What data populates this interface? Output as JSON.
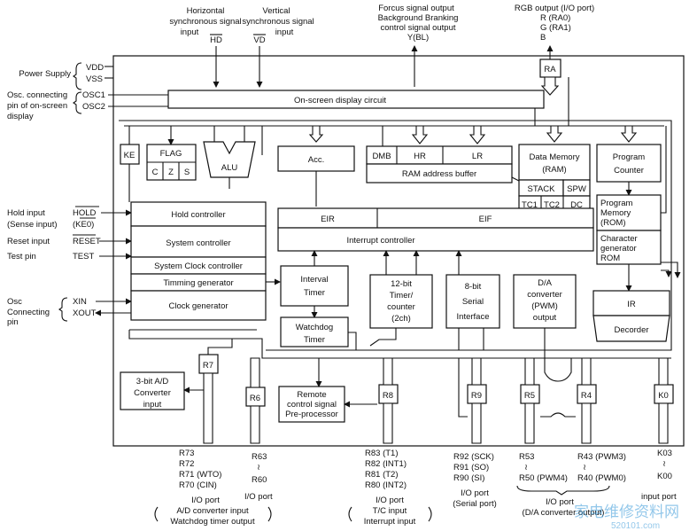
{
  "top": {
    "hsync": [
      "Horizontal",
      "synchronous signal",
      "input"
    ],
    "hd": "HD",
    "vsync": [
      "Vertical",
      "synchronous signal",
      "input"
    ],
    "vd": "VD",
    "focus": [
      "Forcus signal output",
      "Background Branking",
      "control signal output",
      "Y(BL)"
    ],
    "rgb": [
      "RGB output (I/O port)",
      "R (RA0)",
      "G (RA1)",
      "B"
    ]
  },
  "left": {
    "power": "Power Supply",
    "vdd": "VDD",
    "vss": "VSS",
    "osc_conn": [
      "Osc. connecting",
      "pin of on-screen",
      "display"
    ],
    "osc1": "OSC1",
    "osc2": "OSC2",
    "hold_input": "Hold input",
    "sense_input": "(Sense input)",
    "hold": "HOLD",
    "ke0": "(KE0)",
    "reset_input": "Reset input",
    "reset": "RESET",
    "test_pin": "Test pin",
    "test": "TEST",
    "osc": [
      "Osc",
      "Connecting",
      "pin"
    ],
    "xin": "XIN",
    "xout": "XOUT"
  },
  "blocks": {
    "ra": "RA",
    "osd": "On-screen display circuit",
    "ke": "KE",
    "flag": "FLAG",
    "flag_c": "C",
    "flag_z": "Z",
    "flag_s": "S",
    "alu": "ALU",
    "acc": "Acc.",
    "dmb": "DMB",
    "hr": "HR",
    "lr": "LR",
    "ram_addr": "RAM address buffer",
    "data_mem": [
      "Data Memory",
      "(RAM)"
    ],
    "stack": "STACK",
    "spw": "SPW",
    "tc1": "TC1",
    "tc2": "TC2",
    "dc": "DC",
    "pc": [
      "Program",
      "Counter"
    ],
    "rom": [
      "Program",
      "Memory",
      "(ROM)"
    ],
    "cgrom": [
      "Character",
      "generator",
      "ROM"
    ],
    "hold_ctrl": "Hold controller",
    "sys_ctrl": "System controller",
    "sysclk": "System Clock controller",
    "timing": "Timming generator",
    "clockgen": "Clock generator",
    "eir": "EIR",
    "eif": "EIF",
    "int_ctrl": "Interrupt controller",
    "interval": [
      "Interval",
      "Timer"
    ],
    "watchdog": [
      "Watchdog",
      "Timer"
    ],
    "timer12": [
      "12-bit",
      "Timer/",
      "counter",
      "(2ch)"
    ],
    "serial": [
      "8-bit",
      "Serial",
      "Interface"
    ],
    "da": [
      "D/A",
      "converter",
      "(PWM)",
      "output"
    ],
    "ir": "IR",
    "decoder": "Decorder",
    "r7": "R7",
    "adc": [
      "3-bit A/D",
      "Converter",
      "input"
    ],
    "r6": "R6",
    "remote": [
      "Remote",
      "control signal",
      "Pre-processor"
    ],
    "r8": "R8",
    "r9": "R9",
    "r5": "R5",
    "r4": "R4",
    "k0": "K0"
  },
  "bottom": {
    "r7_pins": [
      "R73",
      "R72",
      "R71 (WTO)",
      "R70 (CIN)"
    ],
    "r7_desc": [
      "I/O port",
      "A/D converter input",
      "Watchdog timer output"
    ],
    "r6_pins": [
      "R63",
      "≀",
      "R60"
    ],
    "r6_desc": "I/O port",
    "r8_pins": [
      "R83 (T1)",
      "R82 (INT1)",
      "R81 (T2)",
      "R80 (INT2)"
    ],
    "r8_desc": [
      "I/O port",
      "T/C input",
      "Interrupt input"
    ],
    "r9_pins": [
      "R92 (SCK)",
      "R91 (SO)",
      "R90 (SI)"
    ],
    "r9_desc": [
      "I/O port",
      "(Serial port)"
    ],
    "r5_pins": [
      "R53",
      "≀",
      "R50 (PWM4)"
    ],
    "r4_pins": [
      "R43 (PWM3)",
      "≀",
      "R40 (PWM0)"
    ],
    "r54_desc": [
      "I/O port",
      "(D/A converter output)"
    ],
    "k0_pins": [
      "K03",
      "≀",
      "K00"
    ],
    "k0_desc": "input port"
  },
  "watermark": {
    "text": "家电维修资料网",
    "url": "520101.com"
  }
}
